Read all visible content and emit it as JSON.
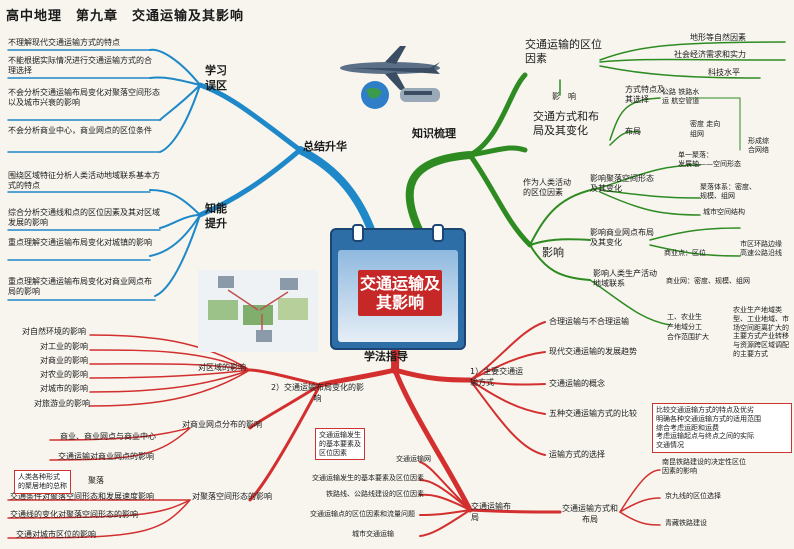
{
  "header": {
    "title": "高中地理　第九章　交通运输及其影响"
  },
  "center": {
    "title": "交通运输及其影响"
  },
  "colors": {
    "blue": "#1e88c8",
    "green": "#2e8b22",
    "red": "#d32f2f"
  },
  "summary": {
    "label": "总结升华",
    "errors": {
      "label": "学习误区",
      "items": [
        "不理解现代交通运输方式的特点",
        "不能根据实际情况进行交通运输方式的合理选择",
        "不会分析交通运输布局变化对聚落空间形态以及城市兴衰的影响",
        "不会分析商业中心，商业网点的区位条件"
      ]
    },
    "skills": {
      "label": "知能提升",
      "items": [
        "围绕区域特征分析人类活动地域联系基本方式的特点",
        "综合分析交通线和点的区位因素及其对区域发展的影响",
        "重点理解交通运输布局变化对城镇的影响",
        "重点理解交通运输布局变化对商业网点布局的影响"
      ]
    }
  },
  "knowledge": {
    "label": "知识梳理",
    "location": {
      "label": "交通运输的区位因素",
      "items": [
        "地形等自然因素",
        "社会经济需求和实力",
        "科技水平"
      ],
      "influence": "影　响"
    },
    "mode": {
      "label": "交通方式和布局及其变化",
      "features": "方式特点及其选择",
      "feature_values": [
        "公路 铁路水",
        "运 航空管道"
      ],
      "layout": "布局",
      "layout_values": [
        "密度 走向",
        "组网"
      ],
      "network": [
        "形成综",
        "合网络"
      ]
    },
    "impact": {
      "label": "影响",
      "factor": "作为人类活动的区位因素",
      "settlement": "影响聚落空间形态及其变化",
      "settlement_items": [
        "单一聚落：",
        "发展轴——空间形态",
        "聚落体系：密度、",
        "规模、组网",
        "城市空间结构"
      ],
      "commerce": "影响商业网点布局及其变化",
      "commerce_items": [
        "商业点：区位",
        "市区环路边缘",
        "高速公路沿线",
        "商业网：密度、规模、组网"
      ],
      "production": "影响人类生产活动地域联系",
      "production_items": [
        "工、农业生",
        "产地域分工",
        "合作范围扩大",
        "农业生产地域类型、工业地域、市场空间距离扩大的主要方式产业转移与资源跨区域调配的主要方式"
      ]
    }
  },
  "method": {
    "label": "学法指导",
    "types": {
      "label": "1）主要交通运输方式",
      "items": [
        "合理运输与不合理运输",
        "现代交通运输的发展趋势",
        "交通运输的概念",
        "五种交通运输方式的比较",
        "运输方式的选择"
      ],
      "note": [
        "比较交通运输方式的特点及优劣",
        "明确各种交通运输方式的适用范围",
        "综合考虑运距和运费",
        "考虑运输起点与终点之间的实际",
        "交通情况"
      ]
    },
    "changes": {
      "label": "2）交通运输布局变化的影响",
      "region": "对区域的影响",
      "region_items": [
        "对自然环境的影响",
        "对工业的影响",
        "对商业的影响",
        "对农业的影响",
        "对城市的影响",
        "对旅游业的影响"
      ],
      "commercial": "对商业网点分布的影响",
      "commercial_items": [
        "商业、商业网点与商业中心",
        "交通运输对商业网点的影响"
      ],
      "settlement": "对聚落空间形态的影响",
      "settlement_items": [
        "聚落",
        "交通条件对聚落空间形态和发展速度影响",
        "交通线的变化对聚落空间形态的影响",
        "交通对城市区位的影响"
      ],
      "settlement_note": [
        "人类各种形式",
        "的聚居地的总称"
      ]
    },
    "layout": {
      "label": "交通运输布局",
      "note": [
        "交通运输发生",
        "的基本要素及",
        "区位因素"
      ],
      "items": [
        "交通运输网",
        "交通运输发生的基本要素及区位因素",
        "铁路线、公路线建设的区位因素",
        "交通运输点的区位因素和流量问题",
        "城市交通运输"
      ]
    },
    "cases": {
      "label": "交通运输方式和布局",
      "items": [
        "南昆铁路建设的决定性区位因素的影响",
        "京九线的区位选择",
        "青藏铁路建设"
      ]
    }
  }
}
